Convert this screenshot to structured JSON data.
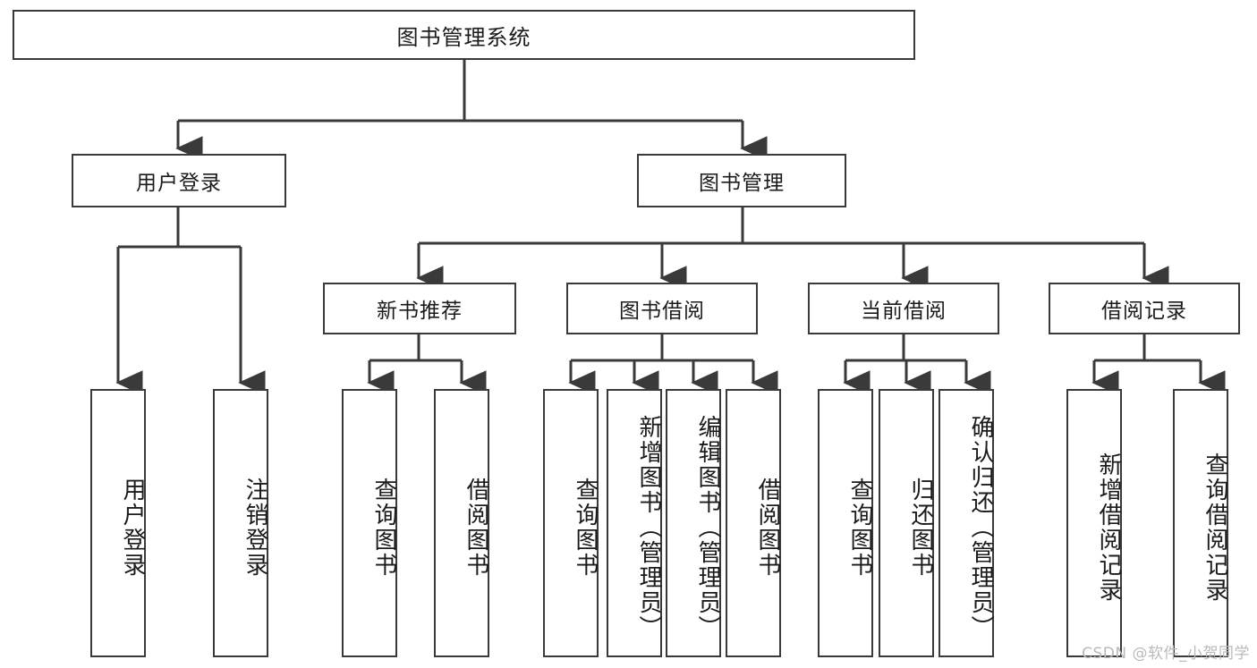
{
  "diagram": {
    "title": "图书管理系统",
    "type": "tree-hierarchy-diagram",
    "colors": {
      "background": "#ffffff",
      "node_border": "#3a3a3a",
      "node_fill": "#ffffff",
      "edge": "#3a3a3a",
      "text": "#1b1b1b",
      "watermark": "#b9b9b9"
    },
    "root": {
      "label": "图书管理系统"
    },
    "level2": [
      {
        "id": "user-login",
        "label": "用户登录"
      },
      {
        "id": "book-management",
        "label": "图书管理"
      }
    ],
    "level3": [
      {
        "id": "new-book-recommend",
        "label": "新书推荐"
      },
      {
        "id": "book-borrow",
        "label": "图书借阅"
      },
      {
        "id": "current-borrow",
        "label": "当前借阅"
      },
      {
        "id": "borrow-record",
        "label": "借阅记录"
      }
    ],
    "leaves": {
      "user_login": [
        {
          "id": "leaf-user-login",
          "label": "用户登录"
        },
        {
          "id": "leaf-logout-login",
          "label": "注销登录"
        }
      ],
      "new_book_recommend": [
        {
          "id": "leaf-query-book-1",
          "label": "查询图书"
        },
        {
          "id": "leaf-borrow-book-1",
          "label": "借阅图书"
        }
      ],
      "book_borrow": [
        {
          "id": "leaf-query-book-2",
          "label": "查询图书"
        },
        {
          "id": "leaf-add-book",
          "label": "新增图书（管理员）"
        },
        {
          "id": "leaf-edit-book",
          "label": "编辑图书（管理员）"
        },
        {
          "id": "leaf-borrow-book-2",
          "label": "借阅图书"
        }
      ],
      "current_borrow": [
        {
          "id": "leaf-query-book-3",
          "label": "查询图书"
        },
        {
          "id": "leaf-return-book",
          "label": "归还图书"
        },
        {
          "id": "leaf-confirm-return",
          "label": "确认归还（管理员）"
        }
      ],
      "borrow_record": [
        {
          "id": "leaf-add-record",
          "label": "新增借阅记录"
        },
        {
          "id": "leaf-query-record",
          "label": "查询借阅记录"
        }
      ]
    },
    "watermark": "CSDN @软件_小贺同学"
  }
}
